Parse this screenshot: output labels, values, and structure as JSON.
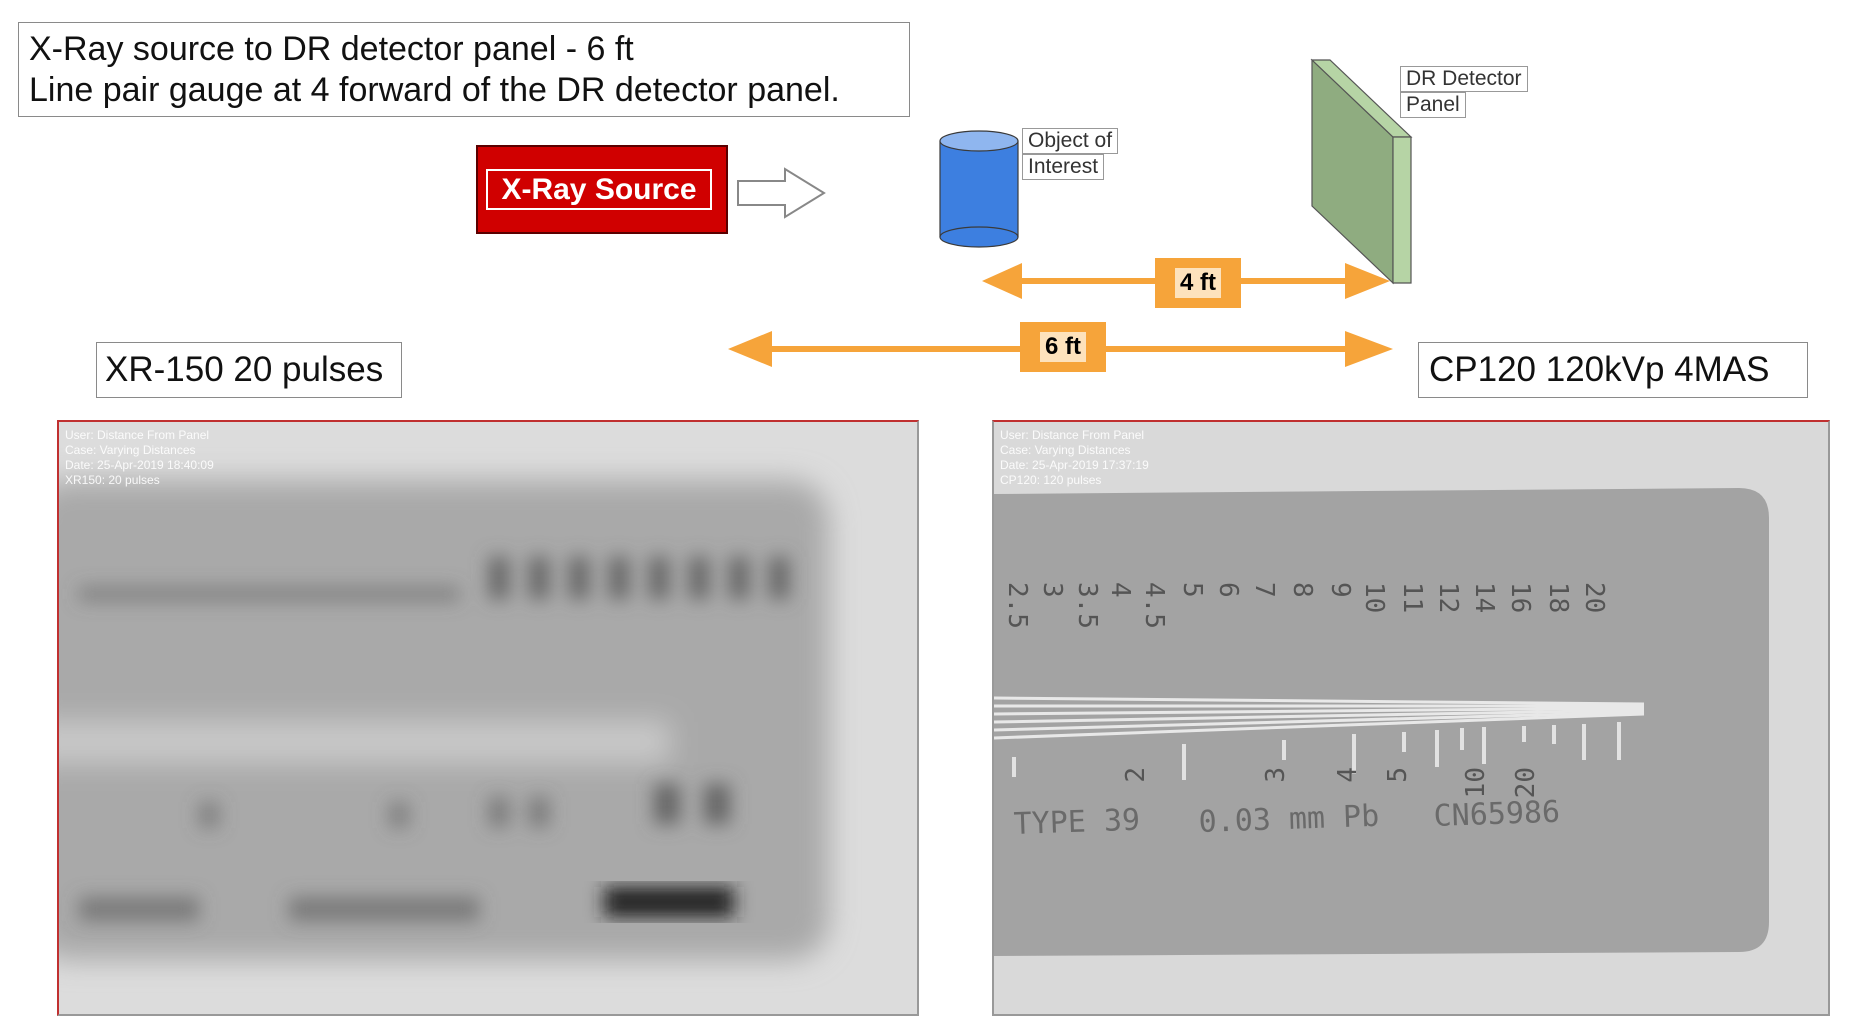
{
  "title_box": {
    "line1": "X-Ray source to DR detector panel - 6 ft",
    "line2": "Line pair gauge at 4 forward of the DR detector panel."
  },
  "xray_source": {
    "label": "X-Ray Source"
  },
  "object_callout": {
    "line1": "Object of",
    "line2": "Interest"
  },
  "detector_callout": {
    "line1": "DR Detector",
    "line2": "Panel"
  },
  "distances": {
    "short": "4 ft",
    "long": "6 ft"
  },
  "left_image": {
    "caption": "XR-150 20 pulses",
    "meta": [
      "User: Distance From Panel",
      "Case: Varying Distances",
      "Date: 25-Apr-2019 18:40:09",
      "XR150: 20 pulses"
    ],
    "gauge_type": "TYPE 39",
    "gauge_filter": "0.03 mm Pb",
    "gauge_serial": "CN65986"
  },
  "right_image": {
    "caption": "CP120 120kVp  4MAS",
    "meta": [
      "User: Distance From Panel",
      "Case: Varying Distances",
      "Date: 25-Apr-2019 17:37:19",
      "CP120: 120 pulses"
    ],
    "scale_top": [
      "2.5",
      "3",
      "3.5",
      "4",
      "4.5",
      "5",
      "6",
      "7",
      "8",
      "9",
      "10",
      "11",
      "12",
      "14",
      "16",
      "18",
      "20"
    ],
    "scale_bottom": [
      "2",
      "3",
      "4",
      "5",
      "10",
      "20"
    ],
    "gauge_type": "TYPE 39",
    "gauge_filter": "0.03 mm Pb",
    "gauge_serial": "CN65986"
  },
  "colors": {
    "source_red": "#d00000",
    "arrow_orange": "#f6a43a",
    "cylinder_blue": "#3d7fe0",
    "panel_green": "#8fac80"
  }
}
